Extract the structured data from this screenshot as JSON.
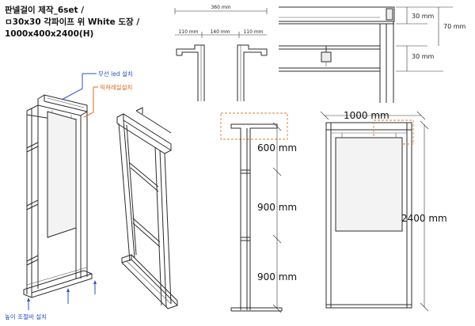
{
  "title": {
    "line1": "판넬걸이 제작_6set /",
    "line2": "ㅁ30x30 각파이프 위 White 도장 /",
    "line3": "1000x400x2400(H)"
  },
  "callouts": {
    "wireless_led": "무선 led 설치",
    "picture_rail": "픽쳐레일설치",
    "height_adjust": "높이 조절바 설치"
  },
  "colors": {
    "blue_callout": "#2a52be",
    "orange_callout": "#e06a1f",
    "frame_line": "#2b2b2b"
  },
  "detail_top": {
    "overall": "360 mm",
    "left": "110 mm",
    "middle": "140 mm",
    "right": "110 mm"
  },
  "detail_rail": {
    "upper": "30 mm",
    "total": "70 mm",
    "lower": "30 mm"
  },
  "side_elevation": {
    "seg1": "600 mm",
    "seg2": "900 mm",
    "seg3": "900 mm"
  },
  "front_elevation": {
    "width": "1000 mm",
    "height": "2400 mm"
  }
}
